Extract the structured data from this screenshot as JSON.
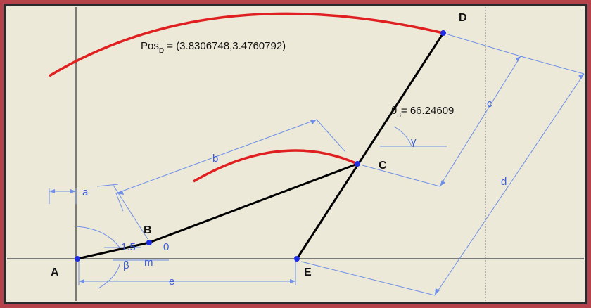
{
  "points": {
    "A": "A",
    "B": "B",
    "C": "C",
    "D": "D",
    "E": "E"
  },
  "dimensions": {
    "a": "a",
    "b": "b",
    "c": "c",
    "d": "d",
    "e": "e",
    "alpha_label": "1.5",
    "alpha_unit": "0",
    "m": "m"
  },
  "annotations": {
    "pos_prefix": "Pos",
    "pos_sub": "D",
    "pos_value": " = (3.8306748,3.4760792)",
    "theta_prefix": "θ",
    "theta_sub": "3",
    "theta_value": "= 66.24609",
    "gamma": "γ",
    "beta": "β"
  },
  "colors": {
    "frame": "#b5424a",
    "paper": "#ece9d8",
    "link": "#000000",
    "trace": "#e02020",
    "dimension": "#6f8fe8",
    "joint": "#1f2de0",
    "axis": "#555555"
  }
}
